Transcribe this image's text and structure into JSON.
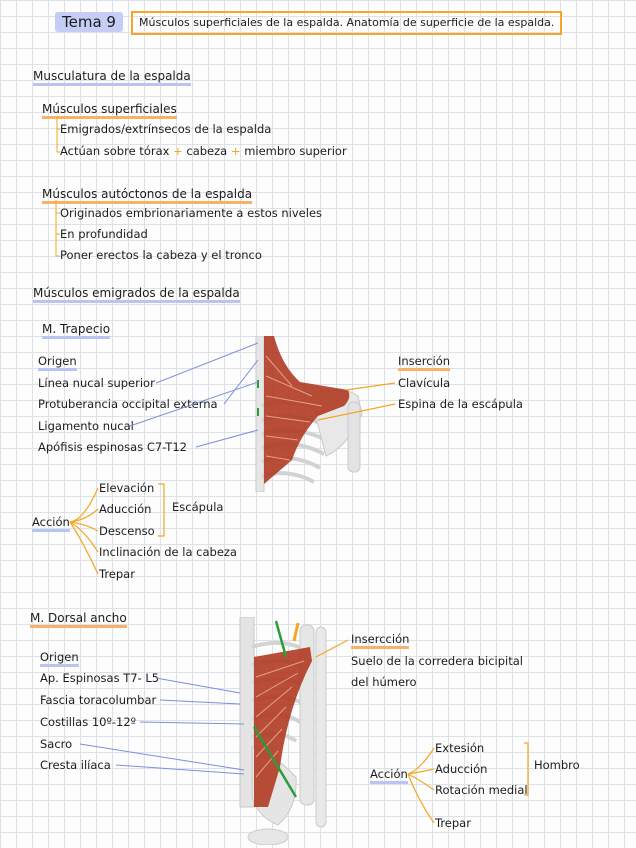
{
  "header": {
    "tema": "Tema 9",
    "title": "Músculos superficiales de la espalda. Anatomía de superficie de la espalda."
  },
  "sec1": {
    "heading": "Musculatura de la espalda",
    "superficiales": {
      "heading": "Músculos superficiales",
      "items": [
        "Emigrados/extrínsecos de la espalda"
      ],
      "actuan": {
        "pre": "Actúan sobre tórax",
        "plus": "+",
        "mid": "cabeza",
        "post": "miembro superior"
      }
    },
    "autoctonos": {
      "heading": "Músculos autóctonos de la espalda",
      "items": [
        "Originados embrionariamente a estos niveles",
        "En profundidad",
        "Poner erectos la cabeza y el tronco"
      ]
    },
    "emigrados_heading": "Músculos emigrados de la espalda"
  },
  "trapecio": {
    "heading": "M. Trapecio",
    "origen_label": "Origen",
    "origen": [
      "Línea nucal superior",
      "Protuberancia occipital externa",
      "Ligamento nucal",
      "Apófisis espinosas C7-T12"
    ],
    "insercion_label": "Inserción",
    "insercion": [
      "Clavícula",
      "Espina de la escápula"
    ],
    "accion_label": "Acción",
    "accion": [
      "Elevación",
      "Aducción",
      "Descenso",
      "Inclinación de la cabeza",
      "Trepar"
    ],
    "escapula": "Escápula"
  },
  "dorsal": {
    "heading": "M. Dorsal ancho",
    "origen_label": "Origen",
    "origen": [
      "Ap. Espinosas T7- L5",
      "Fascia toracolumbar",
      "Costillas 10º-12º",
      "Sacro",
      "Cresta ilíaca"
    ],
    "insercion_label": "Insercción",
    "insercion": [
      "Suelo de la corredera bicipital",
      "del húmero"
    ],
    "accion_label": "Acción",
    "accion": [
      "Extesión",
      "Aducción",
      "Rotación medial",
      "Trepar"
    ],
    "hombro": "Hombro"
  },
  "colors": {
    "blue_ul": "#b8c4f2",
    "orange": "#f5a623",
    "muscle": "#b03a22",
    "connector_blue": "#6c86e0"
  }
}
